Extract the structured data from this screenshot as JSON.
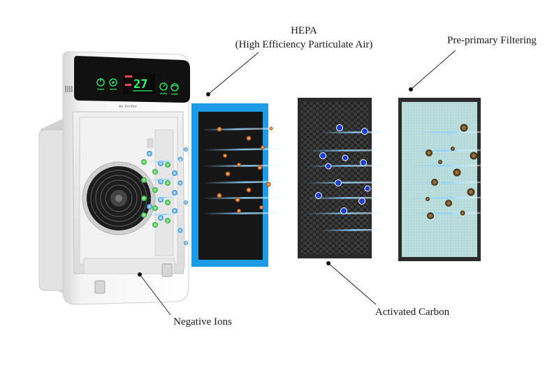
{
  "diagram": {
    "labels": {
      "hepa_title": "HEPA",
      "hepa_subtitle": "(High Efficiency Particulate Air)",
      "pre_primary": "Pre-primary Filtering",
      "negative_ions": "Negative Ions",
      "activated_carbon": "Activated Carbon"
    },
    "device_panel_text": "Air Purifier",
    "display_readout": "27",
    "colors": {
      "hepa_frame": "#1e9be6",
      "hepa_core": "#161616",
      "carbon_frame": "#2a2a2a",
      "prefilter_mesh": "#b9dcdc",
      "prefilter_frame": "#2b2b2b",
      "display_digits": "#2bff6a",
      "particle_orange": "#d9772e",
      "particle_brown": "#6b4a22",
      "molecule_blue": "#1b3fd1",
      "ion_green": "#36d04a",
      "ion_blue": "#3aa3e8",
      "airflow": "#8fd3ff"
    },
    "icons": [
      "fan-icon",
      "power-icon",
      "mode-icon",
      "timer-icon",
      "wind-icon"
    ]
  }
}
